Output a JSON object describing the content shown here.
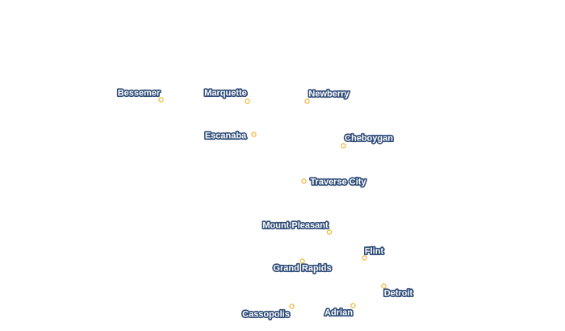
{
  "map": {
    "colors": {
      "background": "#ffffff",
      "marker_stroke": "#f2b233",
      "marker_fill": "#ffffff",
      "label_text": "#ffffff",
      "label_halo": "#2d4a77"
    },
    "cities": [
      {
        "name": "Bessemer"
      },
      {
        "name": "Marquette"
      },
      {
        "name": "Newberry"
      },
      {
        "name": "Escanaba"
      },
      {
        "name": "Cheboygan"
      },
      {
        "name": "Traverse City"
      },
      {
        "name": "Mount Pleasant"
      },
      {
        "name": "Flint"
      },
      {
        "name": "Grand Rapids"
      },
      {
        "name": "Detroit"
      },
      {
        "name": "Adrian"
      },
      {
        "name": "Cassopolis"
      }
    ]
  }
}
